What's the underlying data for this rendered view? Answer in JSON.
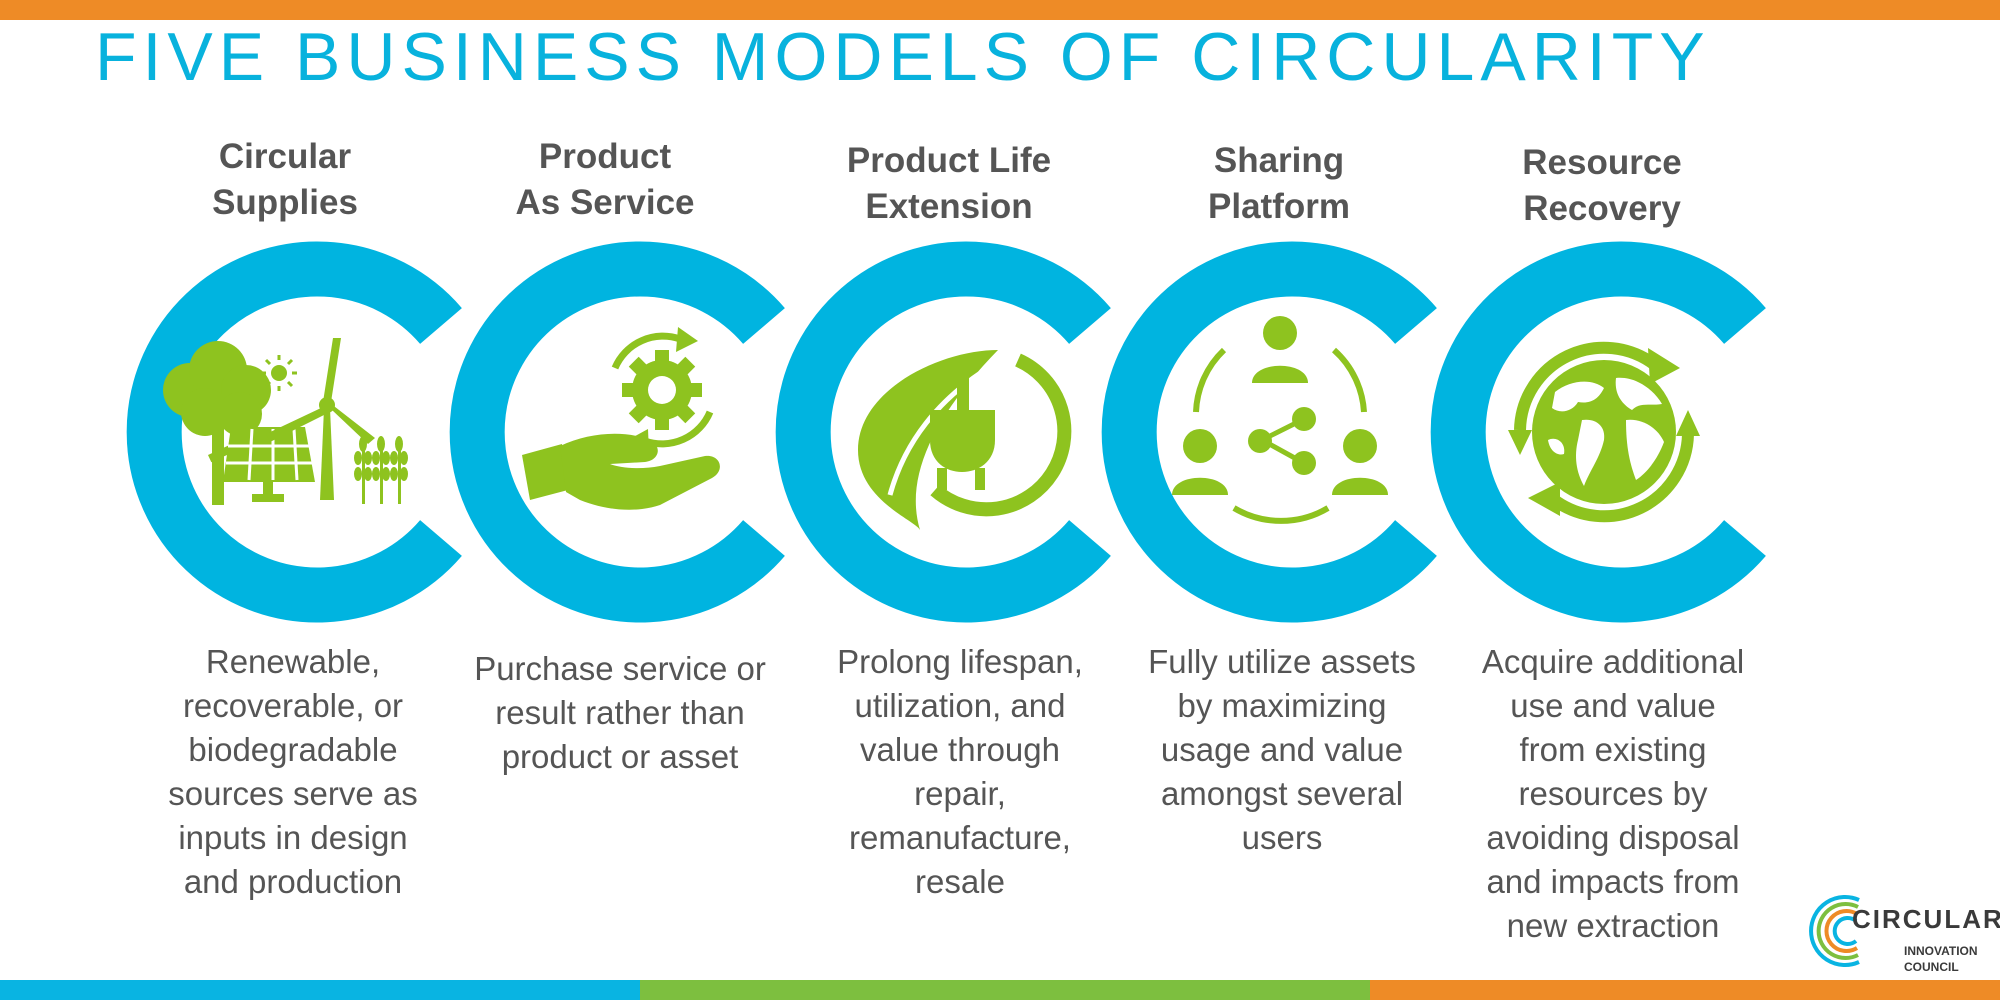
{
  "title": "FIVE BUSINESS MODELS OF CIRCULARITY",
  "colors": {
    "title": "#08b2dd",
    "ring": "#00b4e0",
    "icon": "#8ec31f",
    "text": "#555555",
    "bar_orange": "#ee8b26",
    "bar_blue": "#09b4e2",
    "bar_green": "#7dbf3f"
  },
  "models": [
    {
      "title_lines": [
        "Circular",
        "Supplies"
      ],
      "icon": "renewable-energy-icon",
      "description_lines": [
        "Renewable,",
        "recoverable, or",
        "biodegradable",
        "sources serve as",
        "inputs in design",
        "and production"
      ]
    },
    {
      "title_lines": [
        "Product",
        "As Service"
      ],
      "icon": "hand-gear-icon",
      "description_lines": [
        "Purchase service or",
        "result rather than",
        "product or asset"
      ]
    },
    {
      "title_lines": [
        "Product Life",
        "Extension"
      ],
      "icon": "leaf-plug-icon",
      "description_lines": [
        "Prolong lifespan,",
        "utilization, and",
        "value through",
        "repair,",
        "remanufacture,",
        "resale"
      ]
    },
    {
      "title_lines": [
        "Sharing",
        "Platform"
      ],
      "icon": "sharing-network-icon",
      "description_lines": [
        "Fully utilize assets",
        "by maximizing",
        "usage and value",
        "amongst several",
        "users"
      ]
    },
    {
      "title_lines": [
        "Resource",
        "Recovery"
      ],
      "icon": "globe-recycle-icon",
      "description_lines": [
        "Acquire additional",
        "use and value",
        "from existing",
        "resources by",
        "avoiding disposal",
        "and impacts from",
        "new extraction"
      ]
    }
  ],
  "logo": {
    "main": "CIRCULAR",
    "line1": "INNOVATION",
    "line2": "COUNCIL"
  }
}
